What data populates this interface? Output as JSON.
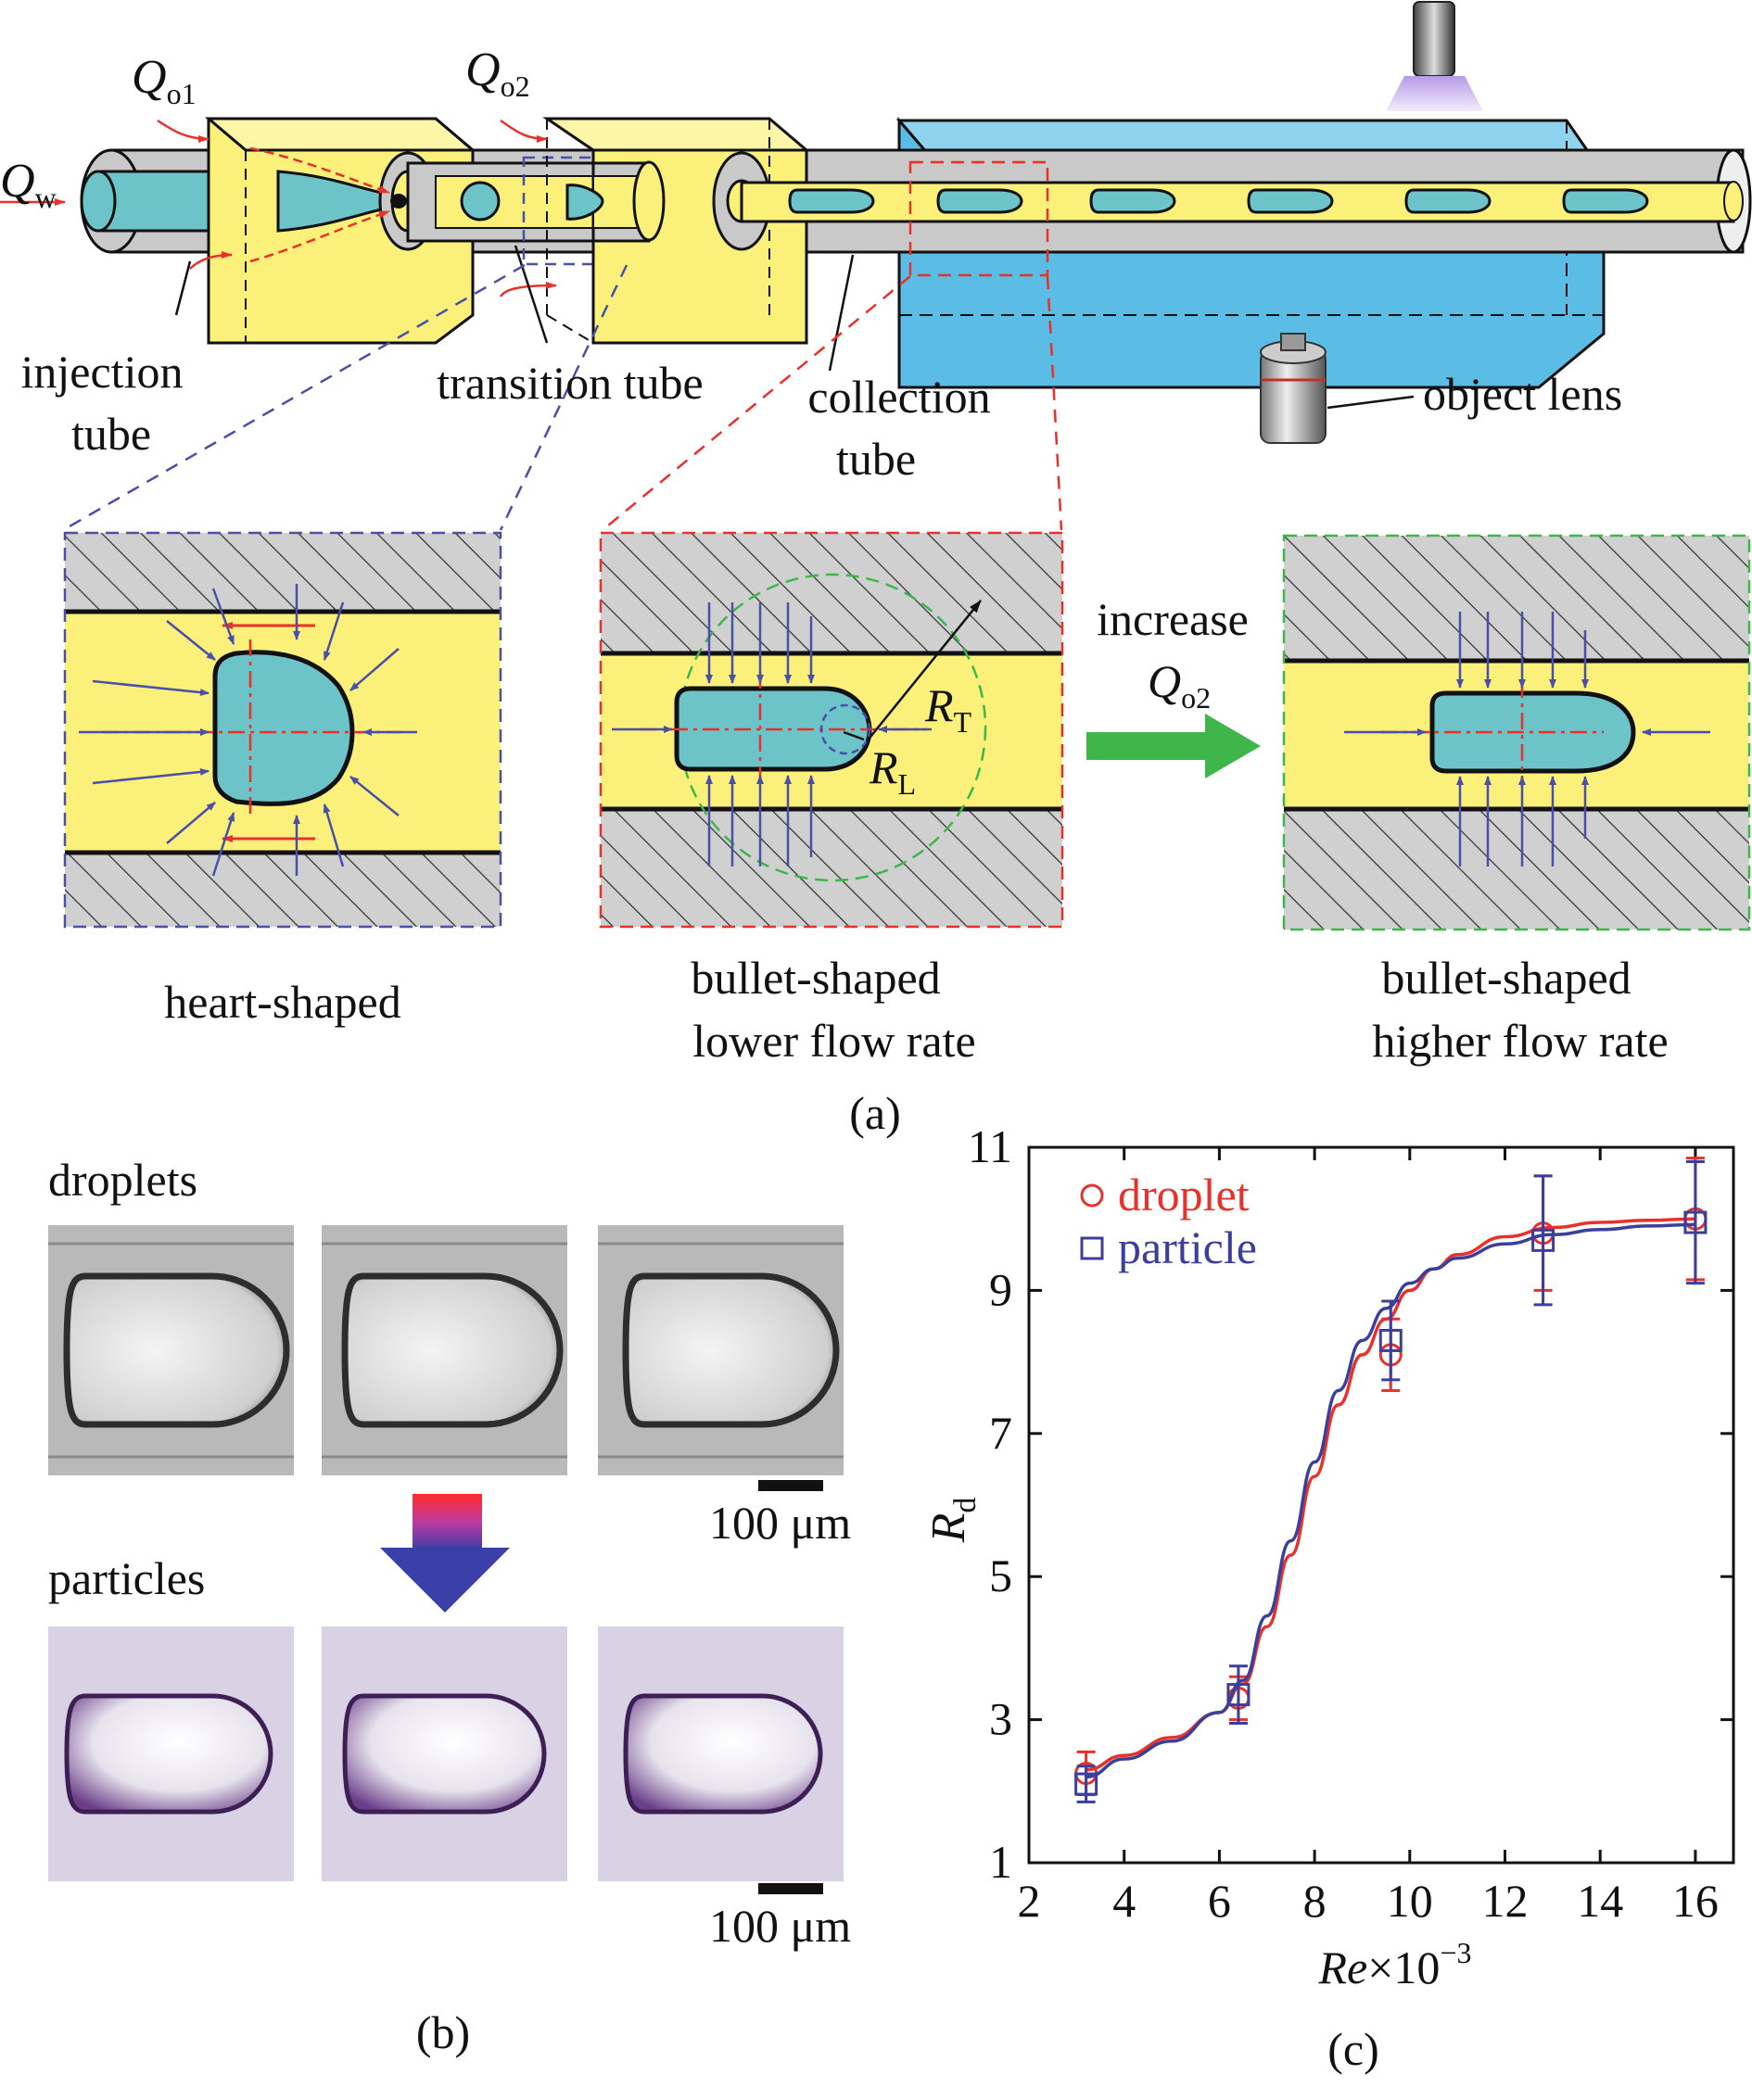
{
  "colors": {
    "water": "#6cc4c8",
    "oil": "#fbf17a",
    "tube_gray": "#c9c9c9",
    "collection_box": "#5bbde6",
    "droplet_series": "#e8312a",
    "particle_series": "#3b3f9c",
    "arrow_green": "#3eb649",
    "hatch_gray": "#d0d0d0"
  },
  "panel_a": {
    "label": "(a)",
    "flow_labels": {
      "qw_main": "Q",
      "qw_sub": "w",
      "qo1_main": "Q",
      "qo1_sub": "o1",
      "qo2_main": "Q",
      "qo2_sub": "o2"
    },
    "injection_tube": [
      "injection",
      "tube"
    ],
    "transition_tube": "transition tube",
    "collection_tube": [
      "collection",
      "tube"
    ],
    "object_lens": "object lens",
    "insets": {
      "heart": "heart-shaped",
      "bullet_low": [
        "bullet-shaped",
        "lower flow rate"
      ],
      "bullet_high": [
        "bullet-shaped",
        "higher flow rate"
      ],
      "rt_main": "R",
      "rt_sub": "T",
      "rl_main": "R",
      "rl_sub": "L",
      "increase": "increase",
      "increase_q_main": "Q",
      "increase_q_sub": "o2"
    }
  },
  "panel_b": {
    "label": "(b)",
    "droplets": "droplets",
    "particles": "particles",
    "scale_bar": "100  μm"
  },
  "panel_c": {
    "label": "(c)"
  },
  "chart_data": {
    "type": "scatter",
    "xlabel_main": "Re",
    "xlabel_rest": "×10",
    "xlabel_sup": "−3",
    "ylabel_main": "R",
    "ylabel_sub": "d",
    "xlim": [
      2,
      16.8
    ],
    "ylim": [
      1,
      11
    ],
    "xticks": [
      2,
      4,
      6,
      8,
      10,
      12,
      14,
      16
    ],
    "yticks": [
      1,
      3,
      5,
      7,
      9,
      11
    ],
    "legend_position": "top-left",
    "series": [
      {
        "name": "droplet",
        "marker": "circle",
        "color": "#e8312a",
        "x": [
          3.2,
          6.4,
          9.6,
          12.8,
          16.0
        ],
        "y": [
          2.25,
          3.3,
          8.1,
          9.8,
          10.0
        ],
        "err": [
          0.3,
          0.3,
          0.5,
          0.8,
          0.85
        ],
        "fit_x": [
          3.2,
          4.0,
          5.0,
          6.0,
          6.5,
          7.0,
          7.5,
          8.0,
          8.5,
          9.0,
          9.5,
          10.0,
          10.5,
          11.0,
          12.0,
          13.0,
          14.0,
          15.0,
          16.0
        ],
        "fit_y": [
          2.3,
          2.5,
          2.75,
          3.1,
          3.5,
          4.3,
          5.3,
          6.4,
          7.4,
          8.1,
          8.6,
          9.0,
          9.3,
          9.5,
          9.75,
          9.88,
          9.95,
          9.98,
          10.0
        ]
      },
      {
        "name": "particle",
        "marker": "square",
        "color": "#3b3f9c",
        "x": [
          3.2,
          6.4,
          9.6,
          12.8,
          16.0
        ],
        "y": [
          2.1,
          3.35,
          8.3,
          9.7,
          9.95
        ],
        "err": [
          0.25,
          0.4,
          0.55,
          0.9,
          0.85
        ],
        "fit_x": [
          3.2,
          4.0,
          5.0,
          6.0,
          6.5,
          7.0,
          7.5,
          8.0,
          8.5,
          9.0,
          9.5,
          10.0,
          10.5,
          11.0,
          12.0,
          13.0,
          14.0,
          15.0,
          16.0
        ],
        "fit_y": [
          2.2,
          2.45,
          2.7,
          3.1,
          3.55,
          4.45,
          5.5,
          6.6,
          7.6,
          8.3,
          8.75,
          9.1,
          9.3,
          9.45,
          9.65,
          9.78,
          9.85,
          9.9,
          9.92
        ]
      }
    ]
  }
}
